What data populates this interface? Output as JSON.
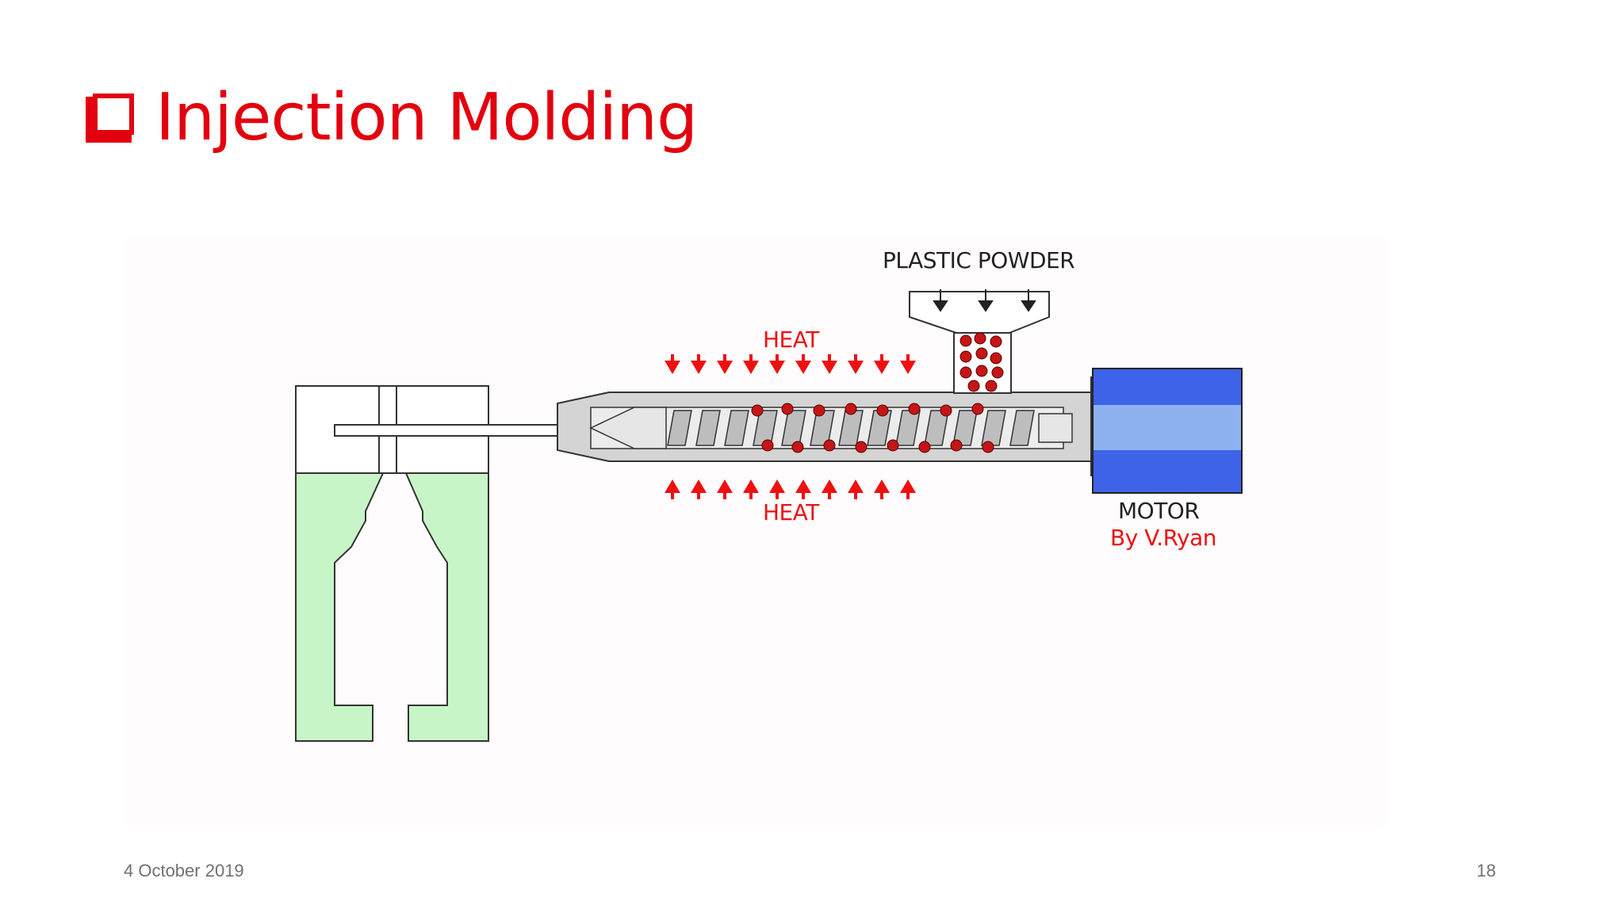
{
  "slide": {
    "title": "Injection Molding",
    "bullet_icon": "hollow-square-bullet-icon",
    "accent_color": "#e3000f",
    "footer_date": "4 October 2019",
    "page_number": "18"
  },
  "diagram": {
    "labels": {
      "plastic_powder": "PLASTIC POWDER",
      "heat_top": "HEAT",
      "heat_bottom": "HEAT",
      "motor": "MOTOR",
      "credit": "By V.Ryan"
    },
    "colors": {
      "heat_arrow": "#ee1010",
      "mold": "#c8f5c8",
      "motor_dark": "#3e63e8",
      "motor_light": "#8eb2f0",
      "barrel": "#d4d4d4",
      "pellets": "#c41616"
    }
  }
}
